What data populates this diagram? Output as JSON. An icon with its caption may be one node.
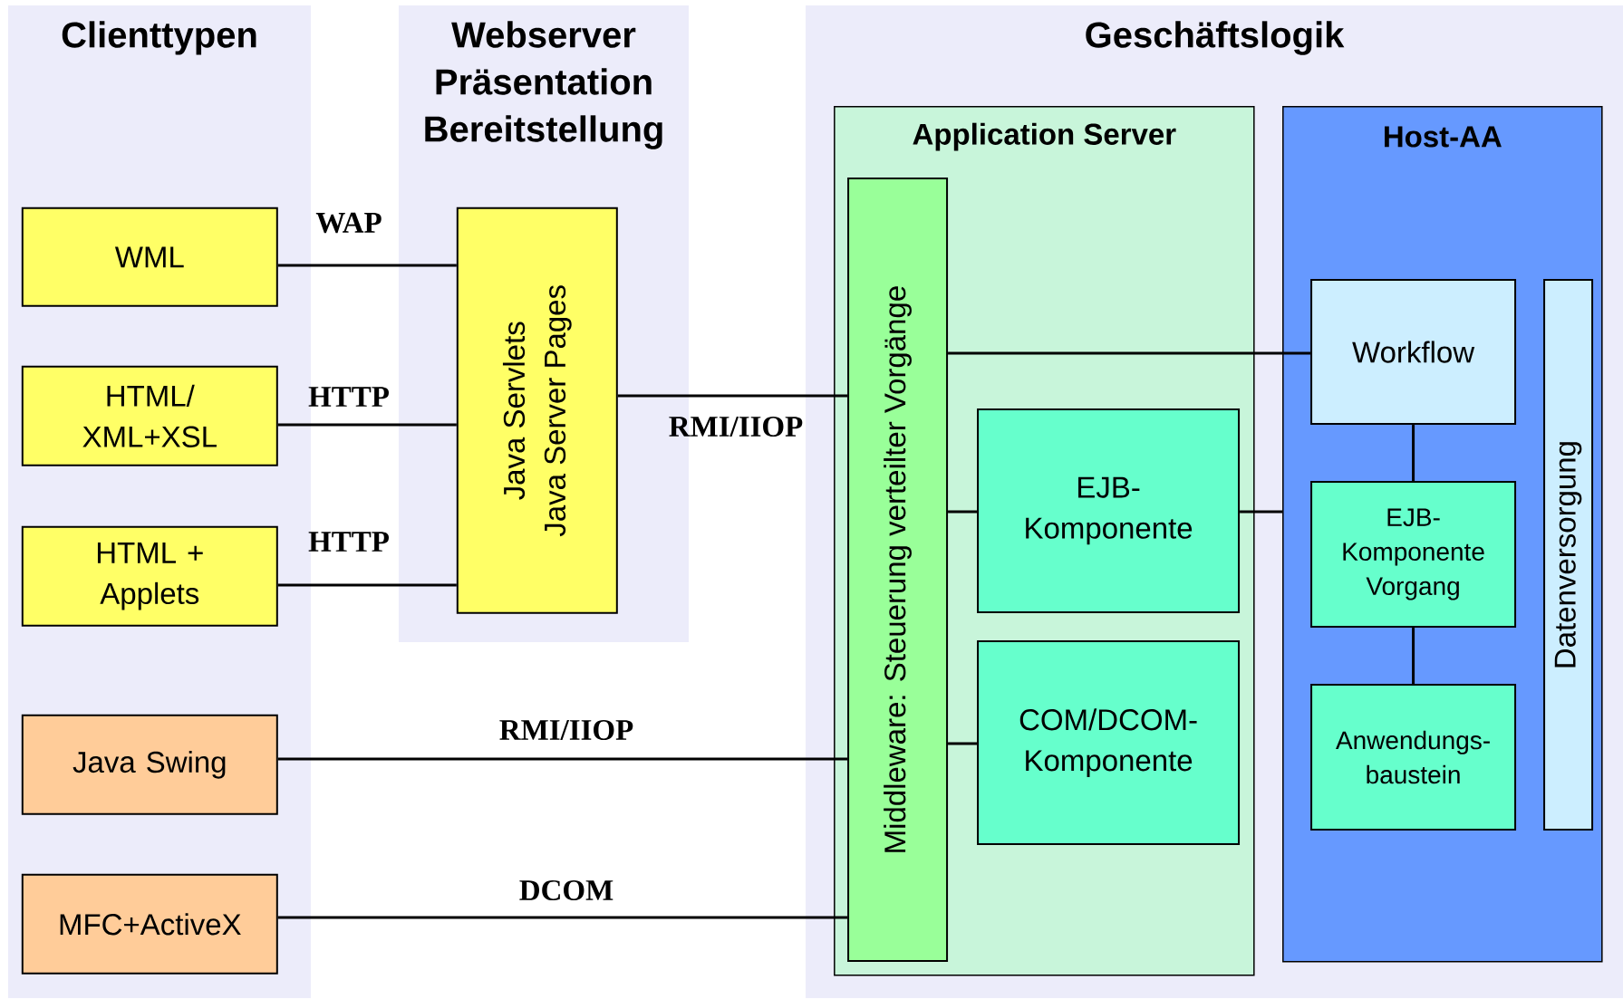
{
  "diagram": {
    "nodes": [
      {
        "text": [
          "Clienttypen"
        ]
      },
      {
        "text": [
          "Webserver Präsentation Bereitstellung"
        ]
      },
      {
        "text": [
          "Geschäftslogik"
        ]
      },
      {
        "text": [
          "Application Server"
        ],
        "in": 2
      },
      {
        "text": [
          "Host-AA"
        ],
        "in": 2
      },
      {
        "text": [
          "WML"
        ],
        "in": 0
      },
      {
        "text": [
          "HTML/ XML+XSL"
        ],
        "in": 0
      },
      {
        "text": [
          "HTML + Applets"
        ],
        "in": 0
      },
      {
        "text": [
          "Java Swing"
        ],
        "in": 0
      },
      {
        "text": [
          "MFC+ActiveX"
        ],
        "in": 0
      },
      {
        "text": [
          "Java Servlets",
          "Java Server Pages"
        ],
        "in": 1
      },
      {
        "text": [
          "Middleware: Steuerung verteilter Vorgänge"
        ],
        "in": 3
      },
      {
        "text": [
          "EJB- Komponente"
        ],
        "in": 3
      },
      {
        "text": [
          "COM/DCOM- Komponente"
        ],
        "in": 3
      },
      {
        "text": [
          "Workflow"
        ],
        "in": 4
      },
      {
        "text": [
          "EJB- Komponente Vorgang"
        ],
        "in": 4
      },
      {
        "text": [
          "Anwendungs- baustein"
        ],
        "in": 4
      },
      {
        "text": [
          "Datenversorgung"
        ],
        "in": 4
      }
    ],
    "edges": [
      {
        "from": 5,
        "to": 10,
        "arrow": "none",
        "label": "WAP"
      },
      {
        "from": 6,
        "to": 10,
        "arrow": "none",
        "label": "HTTP"
      },
      {
        "from": 7,
        "to": 10,
        "arrow": "none",
        "label": "HTTP"
      },
      {
        "from": 10,
        "to": 11,
        "arrow": "none",
        "label": "RMI/IIOP"
      },
      {
        "from": 8,
        "to": 11,
        "arrow": "none",
        "label": "RMI/IIOP"
      },
      {
        "from": 9,
        "to": 11,
        "arrow": "none",
        "label": "DCOM"
      },
      {
        "from": 11,
        "to": 14,
        "arrow": "none"
      },
      {
        "from": 11,
        "to": 12,
        "arrow": "none"
      },
      {
        "from": 11,
        "to": 13,
        "arrow": "none"
      },
      {
        "from": 12,
        "to": 4,
        "arrow": "none"
      },
      {
        "from": 14,
        "to": 15,
        "arrow": "none"
      },
      {
        "from": 15,
        "to": 16,
        "arrow": "none"
      }
    ]
  }
}
